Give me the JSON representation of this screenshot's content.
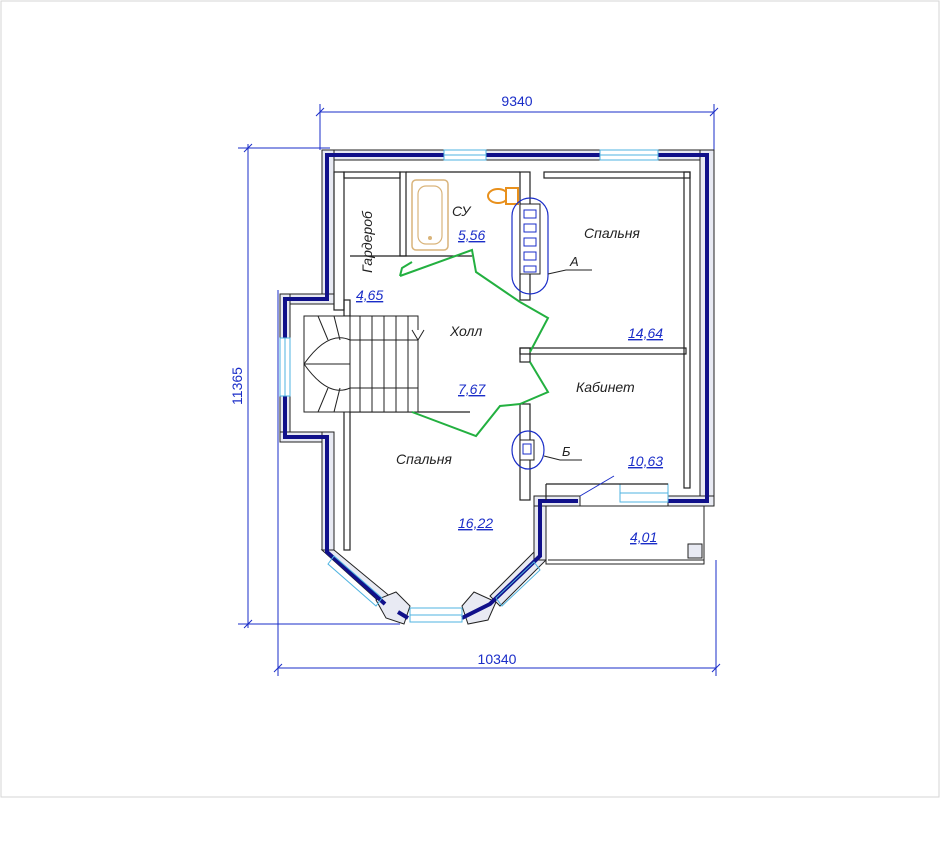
{
  "dimensions": {
    "top_width": "9340",
    "bottom_width": "10340",
    "left_height": "11365"
  },
  "rooms": {
    "bathroom": {
      "name": "СУ",
      "area": "5,56"
    },
    "wardrobe": {
      "name": "Гардероб",
      "area": "4,65"
    },
    "hall": {
      "name": "Холл",
      "area": "7,67"
    },
    "bedroom_top": {
      "name": "Спальня",
      "area": "14,64"
    },
    "office": {
      "name": "Кабинет",
      "area": "10,63"
    },
    "bedroom_bottom": {
      "name": "Спальня",
      "area": "16,22"
    },
    "balcony": {
      "area": "4,01"
    }
  },
  "markers": {
    "a": "А",
    "b": "Б"
  },
  "colors": {
    "dimension": "#1a2dc8",
    "wall_outline": "#10108a",
    "window": "#4fb3e0",
    "door_swing": "#23b040",
    "toilet": "#e8901c",
    "bathtub": "#d9b47a"
  }
}
